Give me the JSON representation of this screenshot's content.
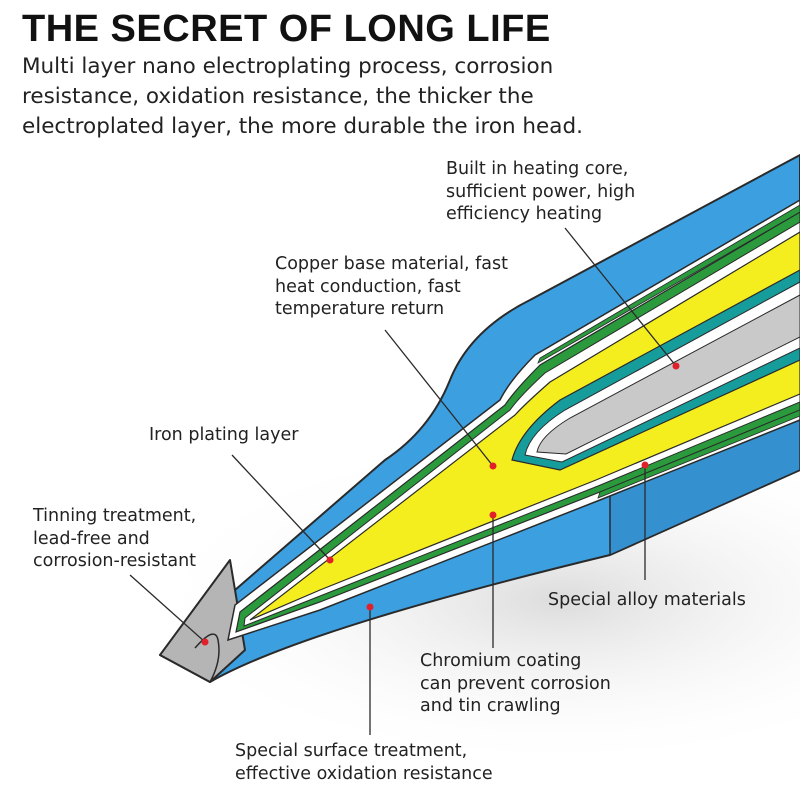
{
  "title": "THE SECRET OF LONG LIFE",
  "subtitle_lines": [
    "Multi layer nano electroplating process, corrosion",
    "resistance, oxidation resistance, the thicker the",
    "electroplated layer, the more durable the iron head."
  ],
  "callouts": {
    "heating_core": [
      "Built in heating core,",
      "sufficient power, high",
      "efficiency heating"
    ],
    "copper_base": [
      "Copper base material, fast",
      "heat conduction, fast",
      "temperature return"
    ],
    "iron_plating": [
      "Iron plating layer"
    ],
    "tinning": [
      "Tinning treatment,",
      "lead-free and",
      "corrosion-resistant"
    ],
    "special_alloy": [
      "Special alloy materials"
    ],
    "chromium": [
      "Chromium coating",
      "can prevent corrosion",
      "and tin crawling"
    ],
    "surface_treatment": [
      "Special surface treatment,",
      "effective oxidation resistance"
    ]
  },
  "colors": {
    "shell_blue": "#3c9fe0",
    "green_layer": "#2a9a3c",
    "yellow_copper": "#f5ee1e",
    "teal_layer": "#179c9c",
    "core_gray": "#c9c9c9",
    "tip_gray": "#b5b5b5",
    "callout_dot": "#e0202a"
  }
}
